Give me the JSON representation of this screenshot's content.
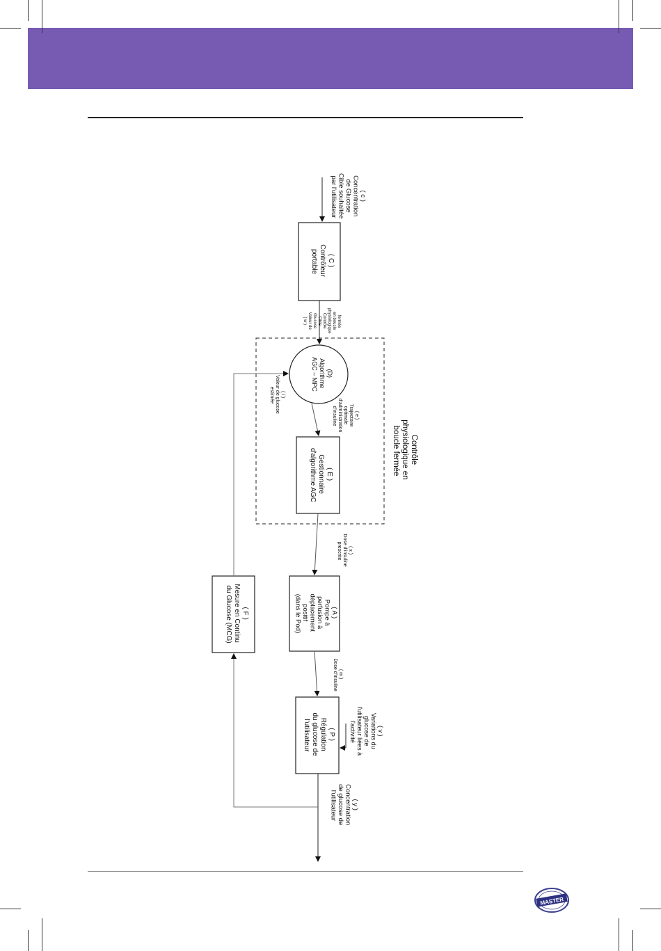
{
  "colors": {
    "banner": "#775bb3",
    "line": "#222222",
    "thin_line": "#777777"
  },
  "logo": {
    "text": "MASTER"
  },
  "nodes": {
    "C": {
      "tag": "( C )",
      "lines": [
        "Contrôleur",
        "portable"
      ]
    },
    "D": {
      "tag": "(D)",
      "lines": [
        "Algorithme",
        "AGC – MPC"
      ]
    },
    "E": {
      "tag": "( E )",
      "lines": [
        "Gestionnaire",
        "d'algorithme AGC"
      ]
    },
    "A": {
      "tag": "( A )",
      "lines": [
        "Pompe à",
        "perfusion à",
        "déplacement",
        "positif",
        "(dans le Pod)"
      ]
    },
    "P": {
      "tag": "( P )",
      "lines": [
        "Régulation",
        "du glucose de",
        "l'utilisateur"
      ]
    },
    "F": {
      "tag": "( F )",
      "lines": [
        "Mesure en Continu",
        "du Glucose (MCG)"
      ]
    }
  },
  "group": {
    "lines": [
      "Contrôle",
      "physiologique en",
      "boucle fermée"
    ]
  },
  "signals": {
    "c": {
      "tag": "( c )",
      "lines": [
        "Concentration",
        "de Glucose",
        "Cible souhaitée",
        "par l'utilisateur"
      ]
    },
    "w": {
      "tag": "( w )",
      "lines": [
        "Valeur de",
        "Glucose",
        "Cible",
        "Contrôle",
        "physiologique",
        "en boucle",
        "fermée"
      ]
    },
    "e": {
      "tag": "( e )",
      "lines": [
        "Trajectoire",
        "optimale",
        "d'administration",
        "d'insuline"
      ]
    },
    "i": {
      "tag": "( i )",
      "lines": [
        "Valeur de glucose",
        "estimée"
      ]
    },
    "x": {
      "tag": "( x )",
      "lines": [
        "Dose d'insuline",
        "prescrite"
      ]
    },
    "m": {
      "tag": "( m )",
      "lines": [
        "Dose d'insuline"
      ]
    },
    "v": {
      "tag": "( v )",
      "lines": [
        "Variations du",
        "glucose de",
        "l'utilisateur liées à",
        "l'activité"
      ]
    },
    "y": {
      "tag": "( y )",
      "lines": [
        "Concentration",
        "de glucose de",
        "l'utilisateur"
      ]
    }
  }
}
